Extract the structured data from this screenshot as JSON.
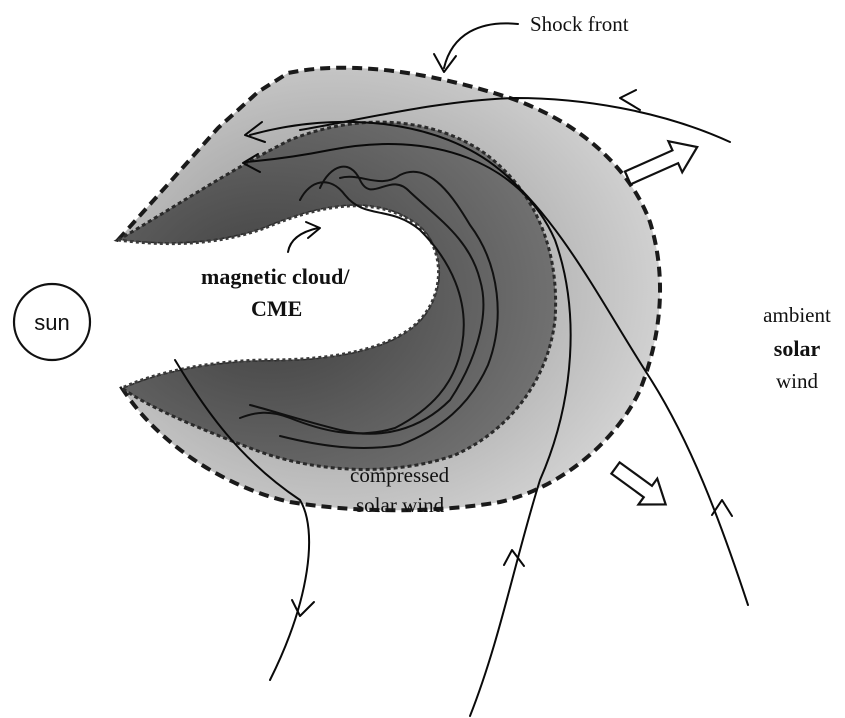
{
  "labels": {
    "shock_front": "Shock front",
    "sun": "sun",
    "magnetic_cloud_line1": "magnetic cloud/",
    "magnetic_cloud_line2": "CME",
    "ambient_line1": "ambient",
    "ambient_line2": "solar",
    "ambient_line3": "wind",
    "compressed_line1": "compressed",
    "compressed_line2": "solar wind"
  },
  "colors": {
    "sheath_fill": "#c4c4c4",
    "cloud_fill": "#5e5e5e",
    "line": "#0a0a0a",
    "background": "#ffffff"
  }
}
